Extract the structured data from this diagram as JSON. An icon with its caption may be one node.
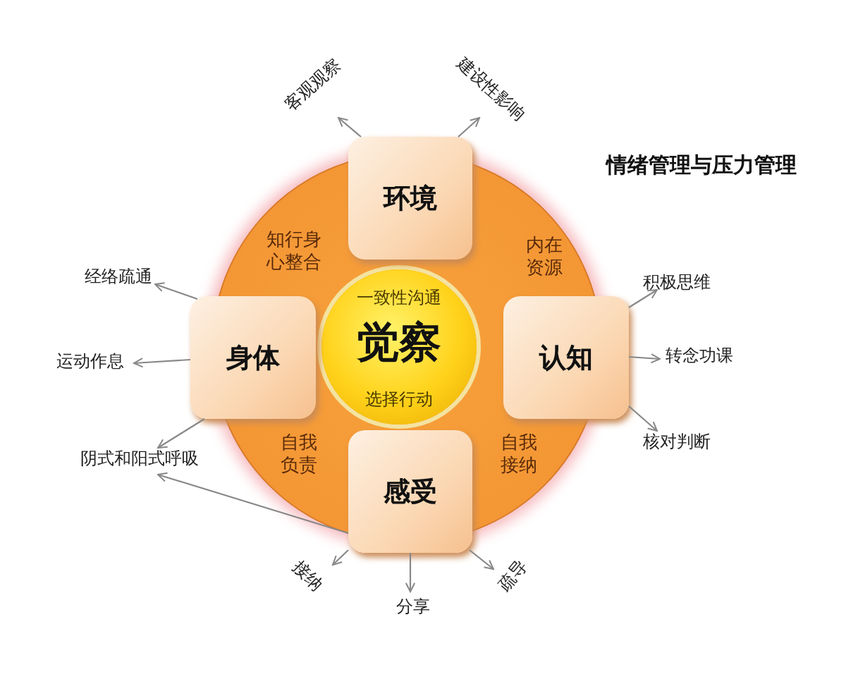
{
  "diagram": {
    "title": "情绪管理与压力管理",
    "nodes": [
      {
        "text": [
          "知行身心整合",
          "内在资源",
          "自我负责",
          "自我接纳"
        ]
      },
      {
        "text": [
          "环境"
        ]
      },
      {
        "text": [
          "身体"
        ]
      },
      {
        "text": [
          "一致性沟通",
          "觉察",
          "选择行动"
        ],
        "in": 0
      },
      {
        "text": [
          "认知"
        ]
      },
      {
        "text": [
          "感受"
        ]
      },
      {
        "text": [
          "客观观察"
        ]
      },
      {
        "text": [
          "建设性影响"
        ]
      },
      {
        "text": [
          "经络疏通"
        ]
      },
      {
        "text": [
          "运动作息"
        ]
      },
      {
        "text": [
          "积极思维"
        ]
      },
      {
        "text": [
          "转念功课"
        ]
      },
      {
        "text": [
          "阴式和阳式呼吸"
        ]
      },
      {
        "text": [
          "核对判断"
        ]
      },
      {
        "text": [
          "接纳"
        ]
      },
      {
        "text": [
          "分享"
        ]
      },
      {
        "text": [
          "疏导"
        ]
      }
    ],
    "edges": [
      {
        "from": 1,
        "to": 6,
        "arrow": "to"
      },
      {
        "from": 1,
        "to": 7,
        "arrow": "to"
      },
      {
        "from": 2,
        "to": 8,
        "arrow": "to"
      },
      {
        "from": 2,
        "to": 9,
        "arrow": "to"
      },
      {
        "from": 2,
        "to": 12,
        "arrow": "to"
      },
      {
        "from": 4,
        "to": 10,
        "arrow": "to"
      },
      {
        "from": 4,
        "to": 11,
        "arrow": "to"
      },
      {
        "from": 4,
        "to": 13,
        "arrow": "to"
      },
      {
        "from": 5,
        "to": 12,
        "arrow": "to"
      },
      {
        "from": 5,
        "to": 14,
        "arrow": "to"
      },
      {
        "from": 5,
        "to": 15,
        "arrow": "to"
      },
      {
        "from": 5,
        "to": 16,
        "arrow": "to"
      }
    ]
  }
}
